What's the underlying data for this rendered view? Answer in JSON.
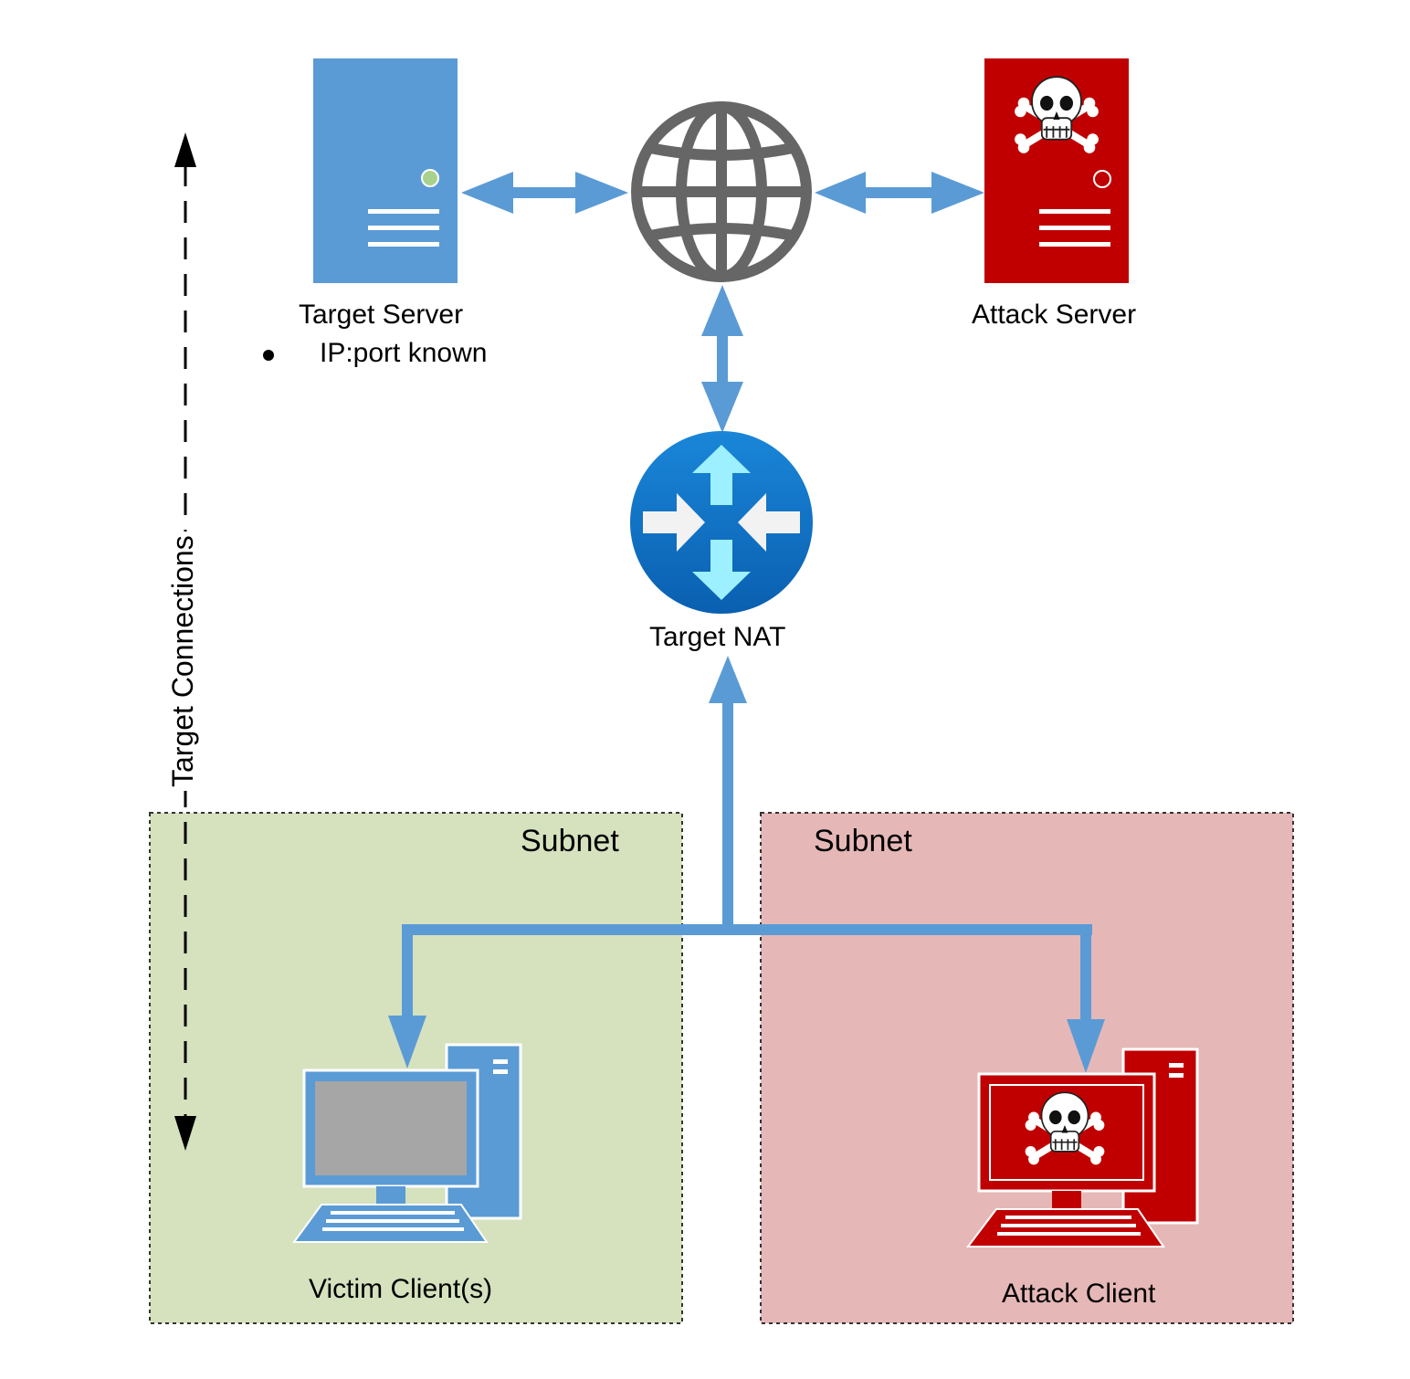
{
  "side": {
    "label": "Target Connections"
  },
  "nodes": {
    "target_server": {
      "label": "Target Server",
      "bullet": "IP:port known"
    },
    "attack_server": {
      "label": "Attack Server"
    },
    "nat": {
      "label": "Target NAT"
    },
    "victim": {
      "label": "Victim Client(s)"
    },
    "attacker": {
      "label": "Attack Client"
    }
  },
  "subnets": {
    "left_label": "Subnet",
    "right_label": "Subnet"
  },
  "colors": {
    "link": "#5B9BD5",
    "server_blue": "#5B9BD5",
    "attack_red": "#C00000",
    "globe": "#666666",
    "router": "#0078D4",
    "subnet_green": "#D6E1BE",
    "subnet_red": "#E5B8B7"
  },
  "icons": {
    "target_server": "server-icon",
    "attack_server": "malicious-server-icon",
    "internet": "globe-icon",
    "nat": "router-icon",
    "victim": "desktop-computer-icon",
    "attacker": "malicious-computer-icon"
  }
}
